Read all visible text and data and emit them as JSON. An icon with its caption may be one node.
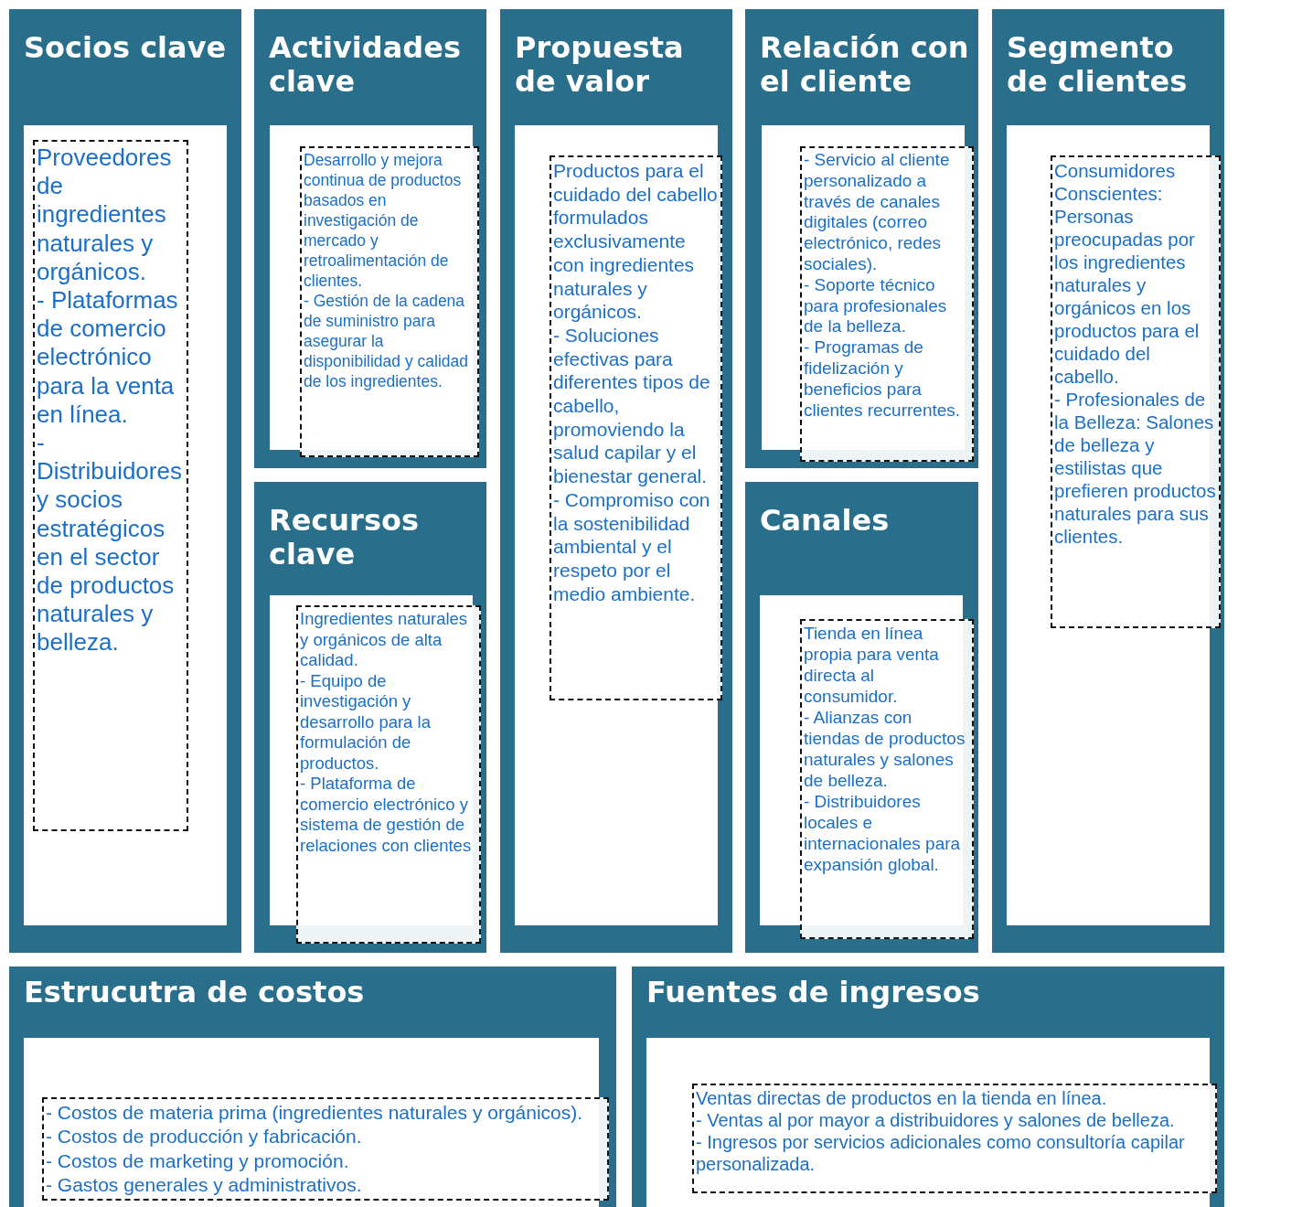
{
  "diagram": {
    "nodes": [
      {
        "text": [
          "Socios clave"
        ]
      },
      {
        "text": [
          "Actividades clave"
        ]
      },
      {
        "text": [
          "Recursos clave"
        ]
      },
      {
        "text": [
          "Propuesta de valor"
        ]
      },
      {
        "text": [
          "Relación con el cliente"
        ]
      },
      {
        "text": [
          "Canales"
        ]
      },
      {
        "text": [
          "Segmento de clientes"
        ]
      },
      {
        "text": [
          "Estrucutra de costos"
        ]
      },
      {
        "text": [
          "Fuentes de ingresos"
        ]
      },
      {
        "text": [
          "Proveedores de ingredientes naturales y orgánicos.",
          "- Plataformas de comercio electrónico para la venta en línea.",
          "- Distribuidores y socios estratégicos en el sector de productos naturales y belleza."
        ],
        "in": 0
      },
      {
        "text": [
          "Desarrollo y mejora continua de productos basados en investigación de mercado y retroalimentación de clientes.",
          "- Gestión de la cadena de suministro para asegurar la disponibilidad y calidad de los ingredientes."
        ],
        "in": 1
      },
      {
        "text": [
          "Ingredientes naturales y orgánicos de alta calidad.",
          "- Equipo de investigación y desarrollo para la formulación de productos.",
          "- Plataforma de comercio electrónico y sistema de gestión de relaciones con clientes"
        ],
        "in": 2
      },
      {
        "text": [
          "Productos para el cuidado del cabello formulados exclusivamente con ingredientes naturales y orgánicos.",
          "- Soluciones efectivas para diferentes tipos de cabello, promoviendo la salud capilar y el bienestar general.",
          "- Compromiso con la sostenibilidad ambiental y el respeto por el medio ambiente."
        ],
        "in": 3
      },
      {
        "text": [
          "- Servicio al cliente personalizado a través de canales digitales (correo electrónico, redes sociales).",
          "- Soporte técnico para profesionales de la belleza.",
          "- Programas de fidelización y beneficios para clientes recurrentes."
        ],
        "in": 4
      },
      {
        "text": [
          "Tienda en línea propia para venta directa al consumidor.",
          "- Alianzas con tiendas de productos naturales y salones de belleza.",
          "- Distribuidores locales e internacionales para expansión global."
        ],
        "in": 5
      },
      {
        "text": [
          "Consumidores Conscientes: Personas preocupadas por los ingredientes naturales y orgánicos en los productos para el cuidado del cabello.",
          "- Profesionales de la Belleza: Salones de belleza y estilistas que prefieren productos naturales para sus clientes."
        ],
        "in": 6
      },
      {
        "text": [
          "- Costos de materia prima (ingredientes naturales y orgánicos).",
          "- Costos de producción y fabricación.",
          "- Costos de marketing y promoción.",
          "- Gastos generales y administrativos."
        ],
        "in": 7
      },
      {
        "text": [
          "Ventas directas de productos en la tienda en línea.",
          "- Ventas al por mayor a distribuidores y salones de belleza.",
          "- Ingresos por servicios adicionales como consultoría capilar personalizada."
        ],
        "in": 8
      }
    ]
  }
}
